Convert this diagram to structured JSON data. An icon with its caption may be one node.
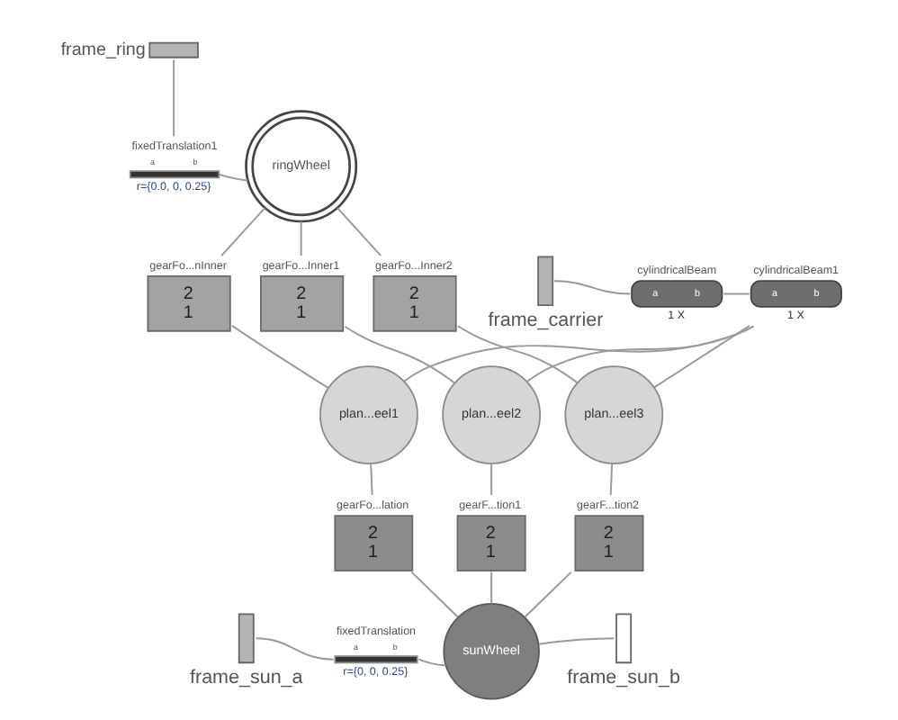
{
  "diagram": {
    "nodes": [
      {
        "text": [
          "frame_ring"
        ]
      },
      {
        "text": [
          "fixedTranslation1",
          "a",
          "b"
        ],
        "beside": [
          "r={0.0, 0, 0.25}"
        ]
      },
      {
        "text": [
          "ringWheel"
        ]
      },
      {
        "text": [
          "gearFo...nInner",
          "2",
          "1"
        ]
      },
      {
        "text": [
          "gearFo...Inner1",
          "2",
          "1"
        ]
      },
      {
        "text": [
          "gearFo...Inner2",
          "2",
          "1"
        ]
      },
      {
        "text": [
          "frame_carrier"
        ]
      },
      {
        "text": [
          "cylindricalBeam",
          "a",
          "b"
        ],
        "beside": [
          "1 X"
        ]
      },
      {
        "text": [
          "cylindricalBeam1",
          "a",
          "b"
        ],
        "beside": [
          "1 X"
        ]
      },
      {
        "text": [
          "plan...eel1"
        ]
      },
      {
        "text": [
          "plan...eel2"
        ]
      },
      {
        "text": [
          "plan...eel3"
        ]
      },
      {
        "text": [
          "gearFo...lation",
          "2",
          "1"
        ]
      },
      {
        "text": [
          "gearF...tion1",
          "2",
          "1"
        ]
      },
      {
        "text": [
          "gearF...tion2",
          "2",
          "1"
        ]
      },
      {
        "text": [
          "sunWheel"
        ]
      },
      {
        "text": [
          "frame_sun_a"
        ]
      },
      {
        "text": [
          "fixedTranslation",
          "a",
          "b"
        ],
        "beside": [
          "r={0, 0, 0.25}"
        ]
      },
      {
        "text": [
          "frame_sun_b"
        ]
      }
    ],
    "edges": [
      {
        "from": 0,
        "to": 1,
        "arrow": "none"
      },
      {
        "from": 1,
        "to": 2,
        "arrow": "none"
      },
      {
        "from": 2,
        "to": 3,
        "arrow": "none"
      },
      {
        "from": 2,
        "to": 4,
        "arrow": "none"
      },
      {
        "from": 2,
        "to": 5,
        "arrow": "none"
      },
      {
        "from": 6,
        "to": 7,
        "arrow": "none"
      },
      {
        "from": 7,
        "to": 8,
        "arrow": "none"
      },
      {
        "from": 8,
        "to": 9,
        "arrow": "none"
      },
      {
        "from": 8,
        "to": 10,
        "arrow": "none"
      },
      {
        "from": 8,
        "to": 11,
        "arrow": "none"
      },
      {
        "from": 3,
        "to": 9,
        "arrow": "none"
      },
      {
        "from": 4,
        "to": 10,
        "arrow": "none"
      },
      {
        "from": 5,
        "to": 11,
        "arrow": "none"
      },
      {
        "from": 9,
        "to": 12,
        "arrow": "none"
      },
      {
        "from": 10,
        "to": 13,
        "arrow": "none"
      },
      {
        "from": 11,
        "to": 14,
        "arrow": "none"
      },
      {
        "from": 12,
        "to": 15,
        "arrow": "none"
      },
      {
        "from": 13,
        "to": 15,
        "arrow": "none"
      },
      {
        "from": 14,
        "to": 15,
        "arrow": "none"
      },
      {
        "from": 16,
        "to": 17,
        "arrow": "none"
      },
      {
        "from": 17,
        "to": 15,
        "arrow": "none"
      },
      {
        "from": 15,
        "to": 18,
        "arrow": "none"
      }
    ]
  }
}
